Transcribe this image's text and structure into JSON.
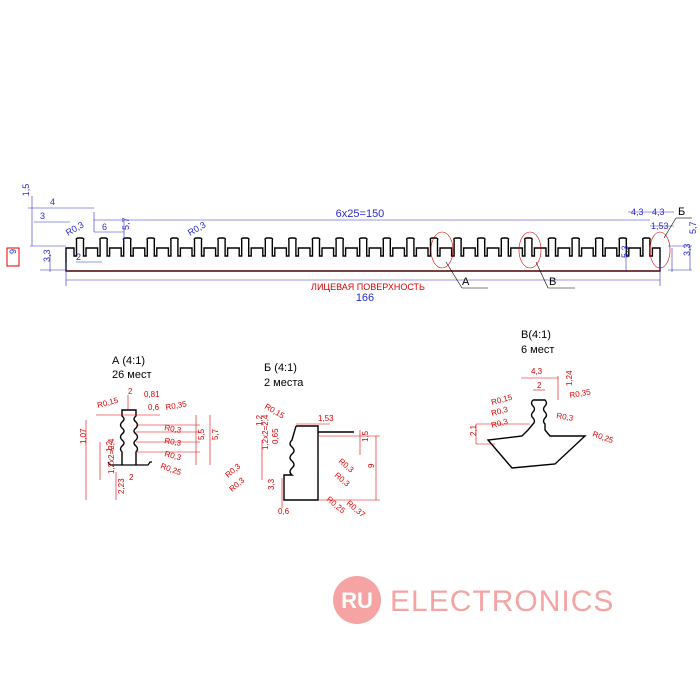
{
  "profile": {
    "dimensions": {
      "pitch": "6x25=150",
      "overall_width": "166",
      "d_1_5": "1,5",
      "d_4": "4",
      "d_3": "3",
      "r_0_3_left": "R0,3",
      "d_6": "6",
      "d_5_7_left": "5,7",
      "r_0_3_mid": "R0,3",
      "d_4_3_a": "4,3",
      "d_4_3_b": "4,3",
      "d_1_53": "1,53",
      "d_9": "9",
      "d_3_3_left": "3,3",
      "d_2": "2",
      "d_5_3": "5,3",
      "d_3_3_right": "3,3",
      "d_5_7_right": "5,7"
    },
    "face_label": "ЛИЦЕВАЯ ПОВЕРХНОСТЬ",
    "callouts": {
      "a": "А",
      "v": "В",
      "b": "Б"
    }
  },
  "detail_a": {
    "title": "А (4:1)",
    "subtitle": "26 мест",
    "dims": {
      "top2": "2",
      "d081": "0,81",
      "d06": "0,6",
      "r015": "R0,15",
      "r035": "R0,35",
      "r03a": "R0,3",
      "r03b": "R0,3",
      "r03c": "R0,3",
      "r025": "R0,25",
      "d107": "1,07",
      "d12": "1,2",
      "d12x2": "1,2x2=2,4",
      "d55": "5,5",
      "d57": "5,7",
      "d223": "2,23",
      "bot2": "2"
    }
  },
  "detail_b": {
    "title": "Б (4:1)",
    "subtitle": "2 места",
    "dims": {
      "r015": "R0,15",
      "d153": "1,53",
      "d12": "1,2",
      "d065": "0,65",
      "d12x2": "1,2x2=2,4",
      "d15": "1,5",
      "r03a": "R0,3",
      "r03b": "R0,3",
      "r03c": "R0,3",
      "r03d": "R0,3",
      "d33": "3,3",
      "d9": "9",
      "d06": "0,6",
      "r025": "R0,25",
      "r037": "R0,37"
    }
  },
  "detail_v": {
    "title": "В(4:1)",
    "subtitle": "6 мест",
    "dims": {
      "d43": "4,3",
      "d2": "2",
      "d124": "1,24",
      "r015": "R0,15",
      "r035": "R0,35",
      "r03a": "R0,3",
      "r03b": "R0,3",
      "r03c": "R0,3",
      "d21": "2,1",
      "r025": "R0,25"
    }
  },
  "watermark": {
    "prefix": "RU",
    "text": "ELECTRONICS"
  },
  "colors": {
    "dimension": "#2a2ad0",
    "annotation": "#e00000",
    "outline": "#000000",
    "watermark": "#f5a3a3"
  }
}
